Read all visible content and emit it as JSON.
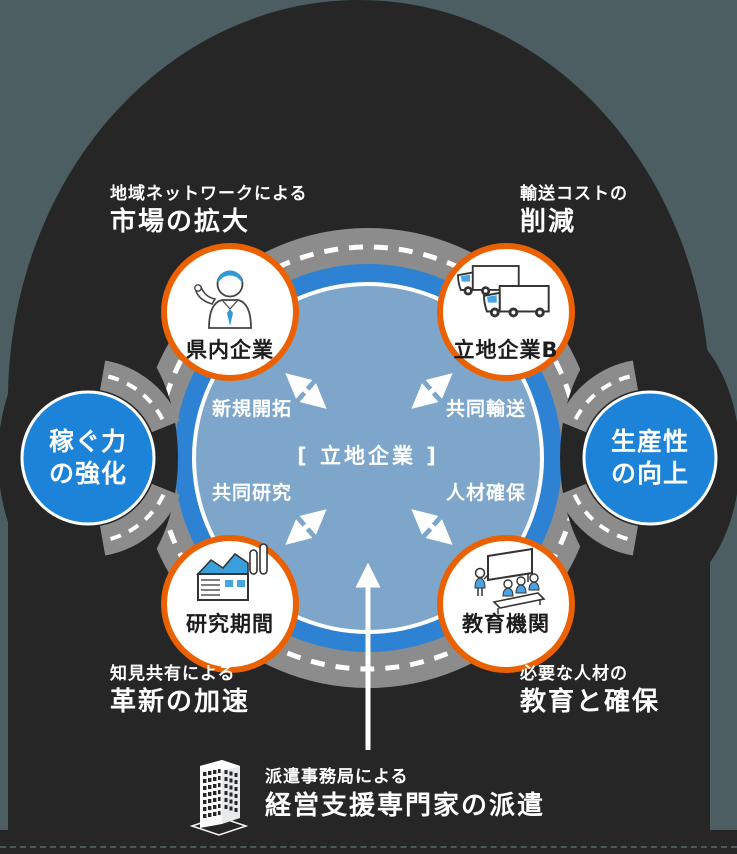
{
  "figure": {
    "description": "Roundabout-style network diagram of a located company and regional partners"
  },
  "colors": {
    "background_outer": "#4c5e61",
    "dome": "#262626",
    "road_gray": "#8c8c8c",
    "ring_blue": "#2e82d4",
    "inner_fill_blue": "#7ea6ca",
    "side_circle_blue": "#1d83d8",
    "node_border_orange": "#eb6101",
    "text_dark": "#1d1d1d",
    "white": "#ffffff"
  },
  "outer_labels": {
    "top_left": {
      "line1": "地域ネットワークによる",
      "line2": "市場の拡大"
    },
    "top_right": {
      "line1": "輸送コストの",
      "line2": "削減"
    },
    "bottom_left": {
      "line1": "知見共有による",
      "line2": "革新の加速"
    },
    "bottom_right": {
      "line1": "必要な人材の",
      "line2": "教育と確保"
    }
  },
  "side_circles": {
    "left": {
      "line1": "稼ぐ力",
      "line2": "の強化"
    },
    "right": {
      "line1": "生産性",
      "line2": "の向上"
    }
  },
  "center": {
    "title": "[ 立地企業 ]"
  },
  "nodes": [
    {
      "label": "県内企業",
      "icon": "businessman-icon",
      "relation": "新規開拓"
    },
    {
      "label": "立地企業B",
      "icon": "trucks-icon",
      "relation": "共同輸送"
    },
    {
      "label": "研究期間",
      "icon": "factory-icon",
      "relation": "共同研究"
    },
    {
      "label": "教育機関",
      "icon": "classroom-icon",
      "relation": "人材確保"
    }
  ],
  "bottom_note": {
    "icon": "office-building-icon",
    "line1": "派遣事務局による",
    "line2": "経営支援専門家の派遣"
  }
}
